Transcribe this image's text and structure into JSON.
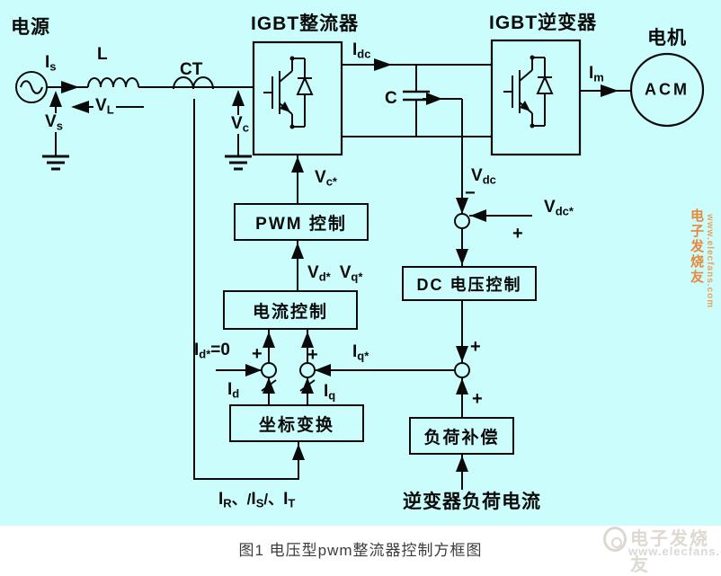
{
  "colors": {
    "background": "#ccfdfd",
    "ink": "#0a0a0a",
    "caption": "#3c3c3c",
    "watermark_orange": "#e8883c",
    "watermark_gray": "#dedad3"
  },
  "titles": {
    "power_source": "电源",
    "rectifier": "IGBT整流器",
    "inverter": "IGBT逆变器",
    "motor": "电机",
    "motor_type": "ACM"
  },
  "boxes": {
    "pwm": "PWM 控制",
    "current": "电流控制",
    "coordinate": "坐标变换",
    "dc_voltage": "DC 电压控制",
    "load_comp": "负荷补偿"
  },
  "signals": {
    "is": {
      "base": "I",
      "sub": "s"
    },
    "l": {
      "base": "L"
    },
    "vl": {
      "base": "V",
      "sub": "L"
    },
    "vs": {
      "base": "V",
      "sub": "s"
    },
    "ct": {
      "base": "CT"
    },
    "vc": {
      "base": "V",
      "sub": "c"
    },
    "idc": {
      "base": "I",
      "sub": "dc"
    },
    "c": {
      "base": "C"
    },
    "im": {
      "base": "I",
      "sub": "m"
    },
    "vdc": {
      "base": "V",
      "sub": "dc"
    },
    "vdc_ref": {
      "base": "V",
      "sub": "dc*"
    },
    "vc_ref": {
      "base": "V",
      "sub": "c*"
    },
    "vd_ref": {
      "base": "V",
      "sub": "d*"
    },
    "vq_ref": {
      "base": "V",
      "sub": "q*"
    },
    "id_ref": {
      "base": "I",
      "sub": "d*",
      "suffix": "=0"
    },
    "iq_ref": {
      "base": "I",
      "sub": "q*"
    },
    "id": {
      "base": "I",
      "sub": "d"
    },
    "iq": {
      "base": "I",
      "sub": "q"
    },
    "ir": {
      "base": "I",
      "sub": "R"
    },
    "is3": {
      "base": "I",
      "sub": "S"
    },
    "it": {
      "base": "I",
      "sub": "T"
    },
    "sep1": "、/",
    "sep2": "/、"
  },
  "signs": {
    "plus": "+",
    "minus": "−"
  },
  "bottom_note": "逆变器负荷电流",
  "caption": "图1 电压型pwm整流器控制方框图",
  "watermark": {
    "brand": "电子发烧友",
    "url": "www.elecfans.com"
  }
}
